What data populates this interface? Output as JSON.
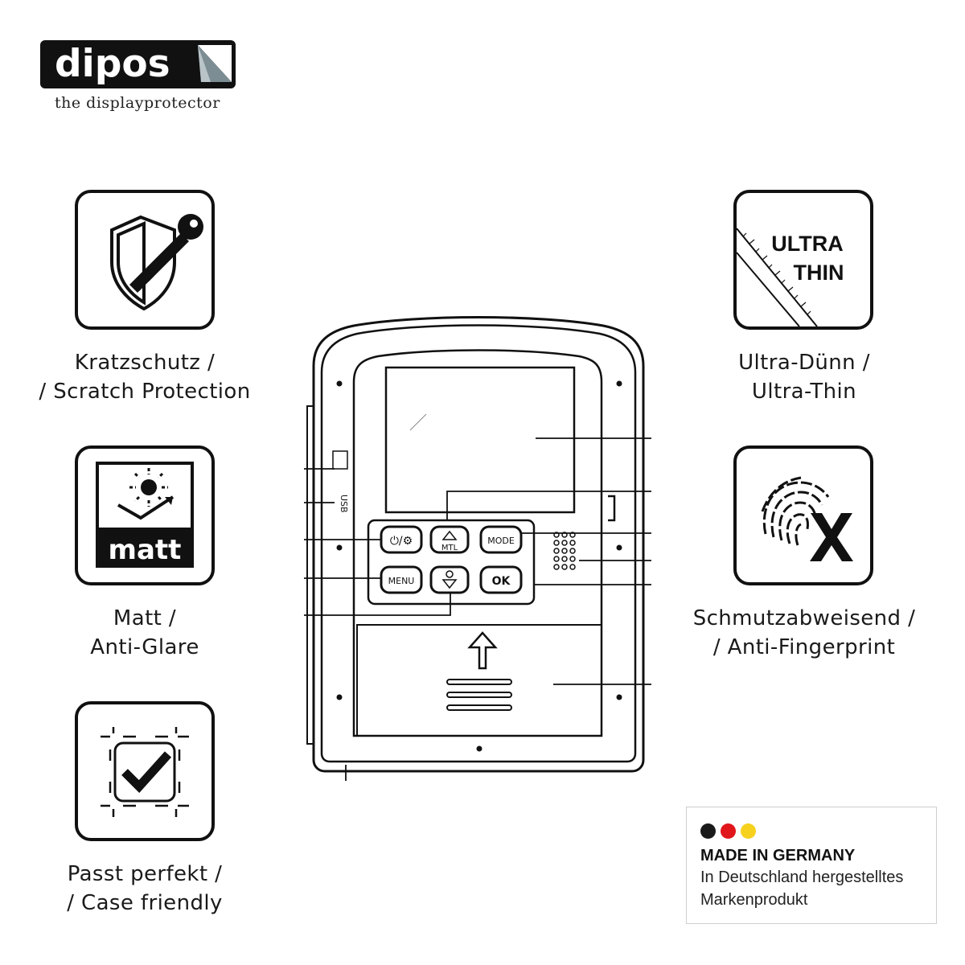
{
  "brand": {
    "name": "dipos",
    "tagline": "the displayprotector"
  },
  "features": {
    "scratch": {
      "icon": "shield-key-icon",
      "line1": "Kratzschutz /",
      "line2": "/ Scratch Protection"
    },
    "matte": {
      "icon": "sun-matte-icon",
      "icon_text": "matt",
      "line1": "Matt /",
      "line2": "Anti-Glare"
    },
    "fit": {
      "icon": "checkmark-frame-icon",
      "line1": "Passt perfekt /",
      "line2": "/ Case friendly"
    },
    "thin": {
      "icon": "ruler-icon",
      "icon_text_1": "ULTRA",
      "icon_text_2": "THIN",
      "line1": "Ultra-Dünn /",
      "line2": "Ultra-Thin"
    },
    "fingerprint": {
      "icon": "fingerprint-x-icon",
      "line1": "Schmutzabweisend /",
      "line2": "/ Anti-Fingerprint"
    }
  },
  "device": {
    "icon": "trail-camera-icon",
    "port_label": "USB",
    "buttons": {
      "power": "⏻/⚙",
      "mtl": "MTL",
      "mode": "MODE",
      "menu": "MENU",
      "ok": "OK"
    }
  },
  "made_in": {
    "title": "MADE IN GERMANY",
    "line1": "In Deutschland hergestelltes",
    "line2": "Markenprodukt",
    "flag_colors": [
      "#1a1a1a",
      "#e0161b",
      "#f6d11e"
    ]
  }
}
